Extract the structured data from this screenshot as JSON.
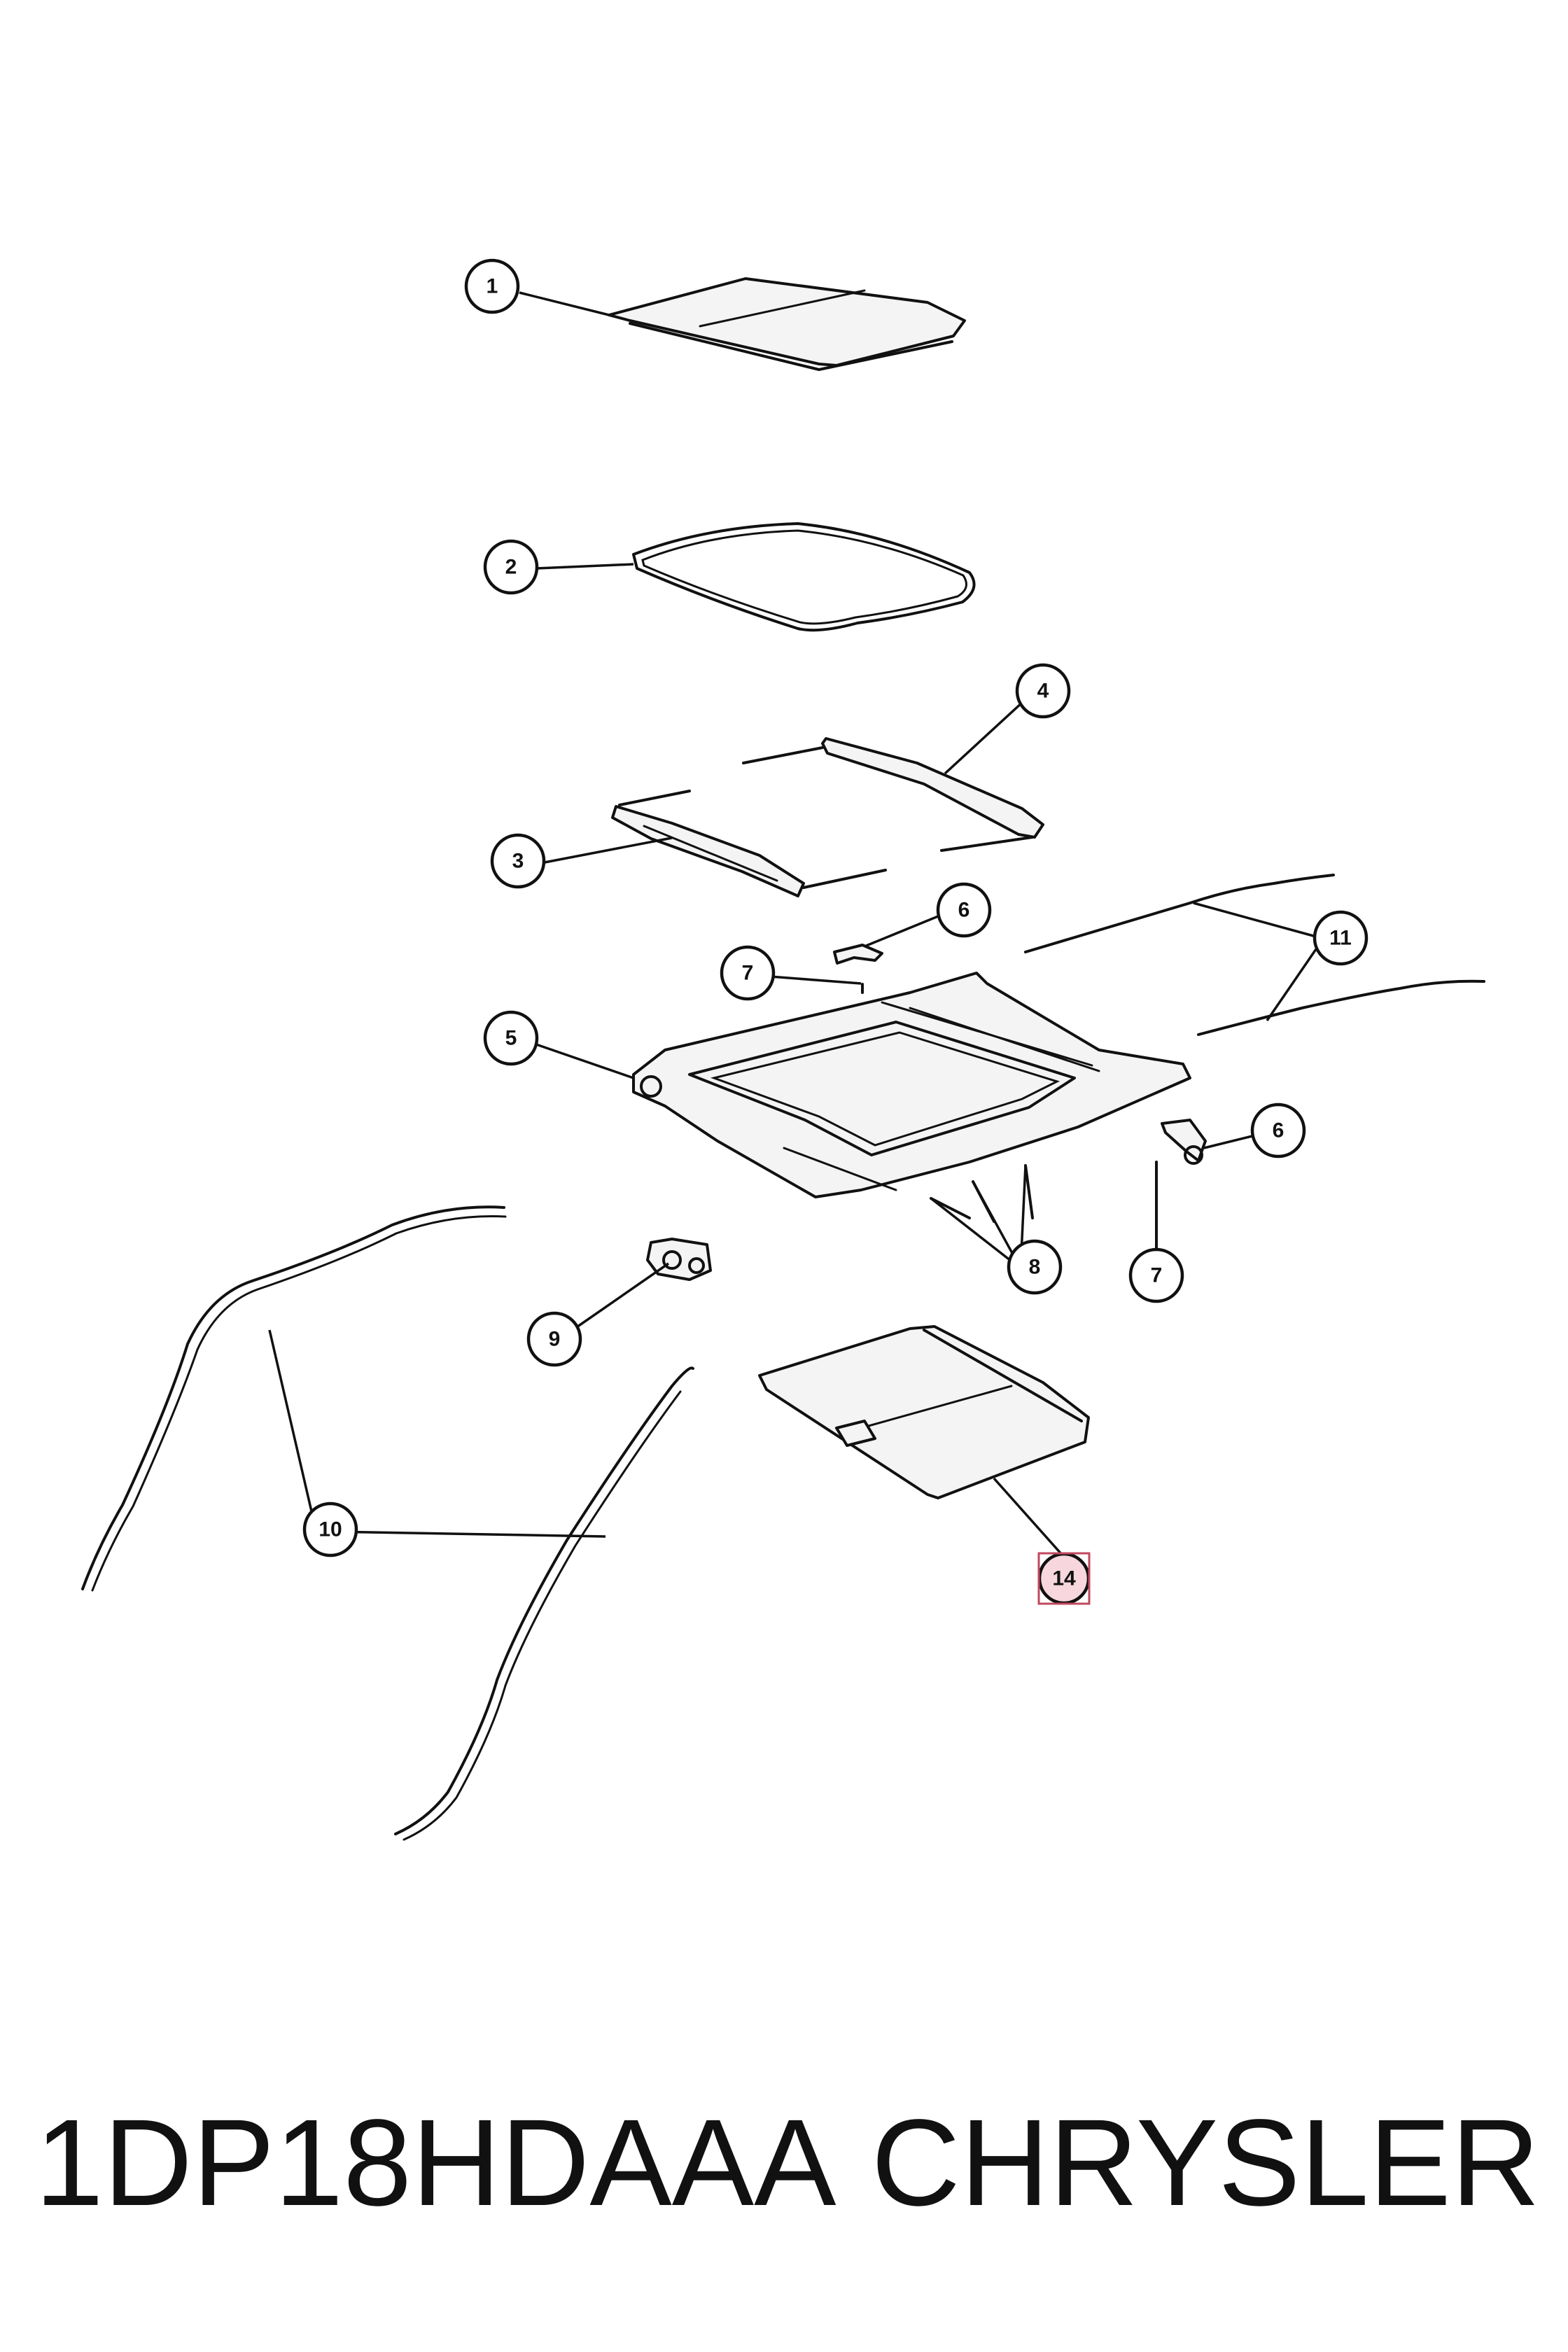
{
  "callouts": {
    "c1": "1",
    "c2": "2",
    "c3": "3",
    "c4": "4",
    "c5": "5",
    "c6a": "6",
    "c6b": "6",
    "c7a": "7",
    "c7b": "7",
    "c8": "8",
    "c9": "9",
    "c10": "10",
    "c11": "11",
    "c14": "14"
  },
  "highlighted_callout": "14",
  "highlight_color": "#f7d6de",
  "footer": {
    "part_number": "1DP18HDAAA",
    "brand": "CHRYSLER"
  }
}
